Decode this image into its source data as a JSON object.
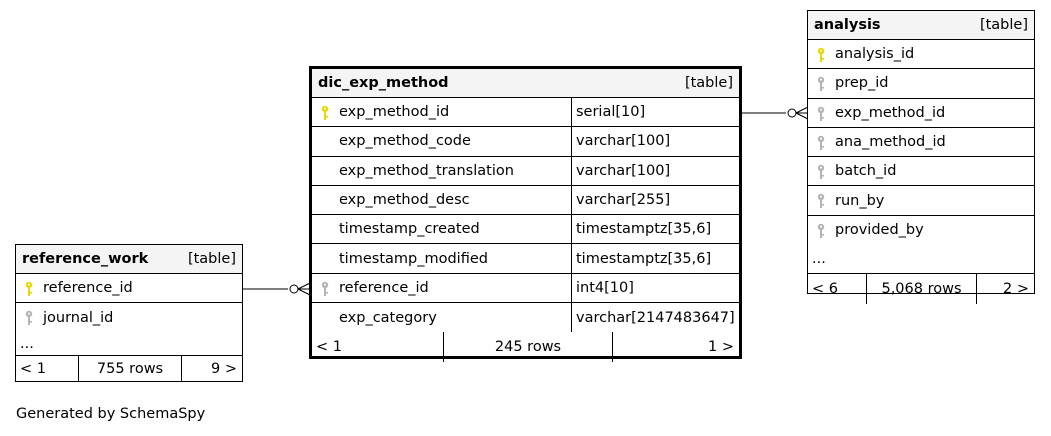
{
  "tables": {
    "dic_exp_method": {
      "name": "dic_exp_method",
      "kind": "[table]",
      "columns": [
        {
          "name": "exp_method_id",
          "type": "serial[10]",
          "key": "primary"
        },
        {
          "name": "exp_method_code",
          "type": "varchar[100]",
          "key": "none"
        },
        {
          "name": "exp_method_translation",
          "type": "varchar[100]",
          "key": "none"
        },
        {
          "name": "exp_method_desc",
          "type": "varchar[255]",
          "key": "none"
        },
        {
          "name": "timestamp_created",
          "type": "timestamptz[35,6]",
          "key": "none"
        },
        {
          "name": "timestamp_modified",
          "type": "timestamptz[35,6]",
          "key": "none"
        },
        {
          "name": "reference_id",
          "type": "int4[10]",
          "key": "foreign"
        },
        {
          "name": "exp_category",
          "type": "varchar[2147483647]",
          "key": "none"
        }
      ],
      "footer": {
        "left": "< 1",
        "middle": "245 rows",
        "right": "1 >"
      }
    },
    "analysis": {
      "name": "analysis",
      "kind": "[table]",
      "columns": [
        {
          "name": "analysis_id",
          "key": "primary"
        },
        {
          "name": "prep_id",
          "key": "foreign"
        },
        {
          "name": "exp_method_id",
          "key": "foreign"
        },
        {
          "name": "ana_method_id",
          "key": "foreign"
        },
        {
          "name": "batch_id",
          "key": "foreign"
        },
        {
          "name": "run_by",
          "key": "foreign"
        },
        {
          "name": "provided_by",
          "key": "foreign"
        }
      ],
      "ellipsis": "...",
      "footer": {
        "left": "< 6",
        "middle": "5,068 rows",
        "right": "2 >"
      }
    },
    "reference_work": {
      "name": "reference_work",
      "kind": "[table]",
      "columns": [
        {
          "name": "reference_id",
          "key": "primary"
        },
        {
          "name": "journal_id",
          "key": "foreign"
        }
      ],
      "ellipsis": "...",
      "footer": {
        "left": "< 1",
        "middle": "755 rows",
        "right": "9 >"
      }
    }
  },
  "colors": {
    "primary_key": "#e8d800",
    "foreign_key": "#b4b4b4",
    "header_bg": "#f4f4f4"
  },
  "caption": "Generated by SchemaSpy"
}
